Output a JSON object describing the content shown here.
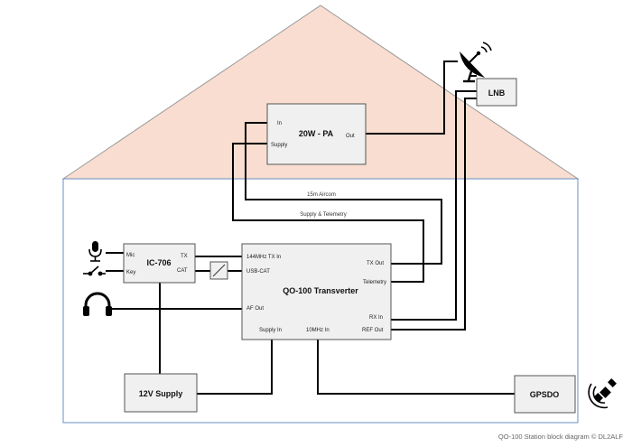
{
  "footer": "QO-100 Station block diagram © DL2ALF",
  "blocks": {
    "pa": {
      "title": "20W - PA",
      "in": "In",
      "supply": "Supply",
      "out": "Out"
    },
    "radio": {
      "title": "IC-706",
      "mic": "Mic",
      "key": "Key",
      "tx": "TX",
      "cat": "CAT"
    },
    "transverter": {
      "title": "QO-100 Transverter",
      "tx_in": "144MHz TX In",
      "usb_cat": "USB-CAT",
      "af_out": "AF Out",
      "supply_in": "Supply In",
      "ref_in": "10MHz In",
      "tx_out": "TX Out",
      "telemetry": "Telemetry",
      "rx_in": "RX In",
      "ref_out": "REF Out"
    },
    "lnb": {
      "title": "LNB"
    },
    "supply": {
      "title": "12V Supply"
    },
    "gpsdo": {
      "title": "GPSDO"
    }
  },
  "cables": {
    "aircom": "15m Aircom",
    "supply_telemetry": "Supply & Telemetry"
  },
  "icons": [
    "microphone-icon",
    "key-switch-icon",
    "headphones-icon",
    "satellite-dish-icon",
    "gps-satellite-icon",
    "usb-isolator-icon"
  ],
  "colors": {
    "roof": "#f8ddd0",
    "house_line": "#999999",
    "wall_line": "#6a8fbf",
    "box_fill": "#f0f0f0"
  }
}
